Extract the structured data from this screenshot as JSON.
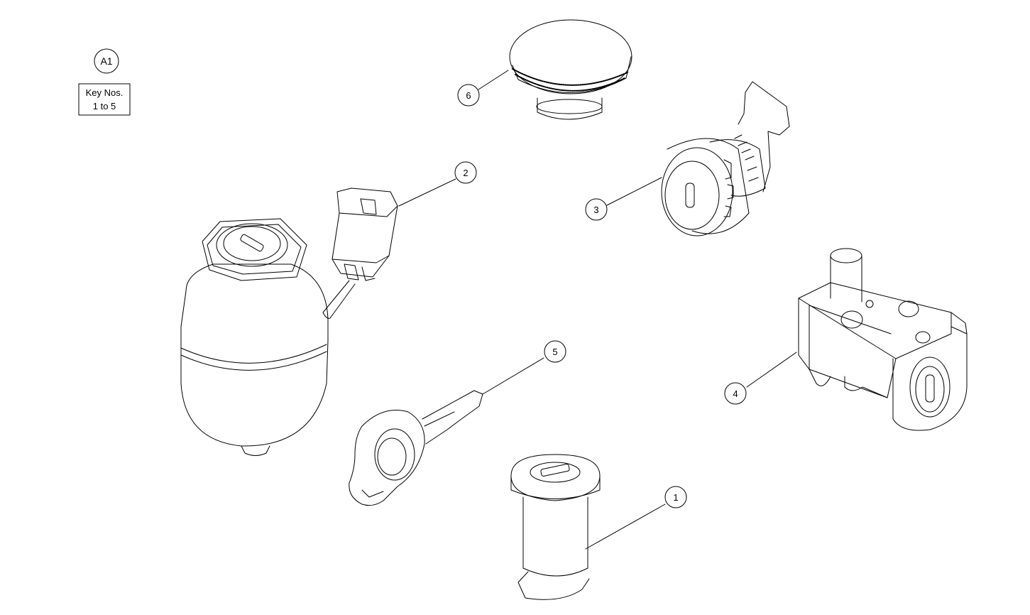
{
  "view_label": "A1",
  "key_note": {
    "line1": "Key Nos.",
    "line2": "1 to 5"
  },
  "callouts": [
    {
      "id": "callout-6",
      "number": "6",
      "part": "cap"
    },
    {
      "id": "callout-2",
      "number": "2",
      "part": "ignition-switch"
    },
    {
      "id": "callout-3",
      "number": "3",
      "part": "cam-lock"
    },
    {
      "id": "callout-4",
      "number": "4",
      "part": "latch-lock"
    },
    {
      "id": "callout-5",
      "number": "5",
      "part": "key"
    },
    {
      "id": "callout-1",
      "number": "1",
      "part": "plunger-lock"
    }
  ]
}
